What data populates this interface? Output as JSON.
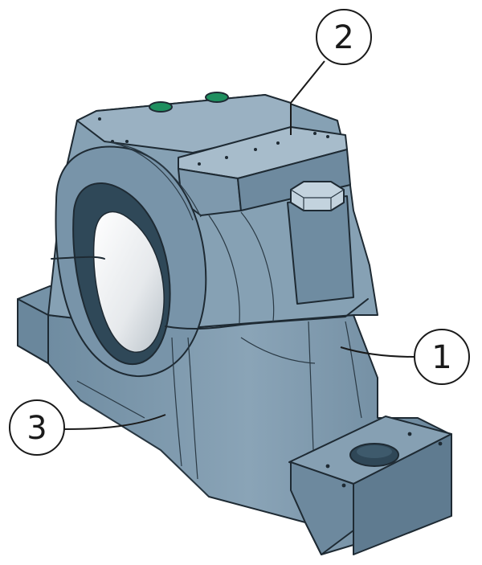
{
  "callouts": [
    {
      "id": "1",
      "label": "1"
    },
    {
      "id": "2",
      "label": "2"
    },
    {
      "id": "3",
      "label": "3"
    }
  ],
  "colors": {
    "housing": "#7d99ad",
    "housing_light": "#9db4c4",
    "housing_dark": "#5e7a8f",
    "bore_liner": "#e8eaec",
    "grease_nipple": "#1f8f5f",
    "bolt_head": "#c3d3de",
    "outline": "#1e2a33"
  },
  "icons": {
    "housing": "plummer-block-bearing-housing-illustration"
  }
}
